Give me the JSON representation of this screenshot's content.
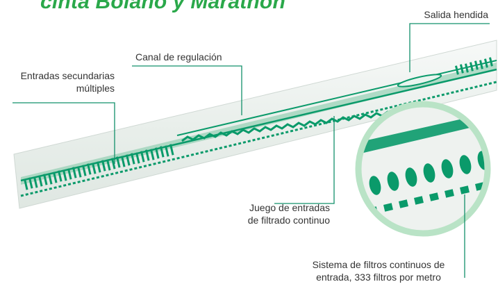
{
  "title": "cinta Bolaño y Marathon",
  "colors": {
    "accent_green": "#0a9a6a",
    "title_green": "#2aa84a",
    "tape_base": "#eef2ef",
    "leader_line": "#12906a",
    "magnifier_ring": "#b9e3c6"
  },
  "labels": {
    "salida": "Salida hendida",
    "canal": "Canal de regulación",
    "entradas_sec_1": "Entradas secundarias",
    "entradas_sec_2": "múltiples",
    "juego_1": "Juego de entradas",
    "juego_2": "de filtrado continuo",
    "sistema_1": "Sistema de filtros continuos de",
    "sistema_2": "entrada, 333 filtros por metro"
  }
}
